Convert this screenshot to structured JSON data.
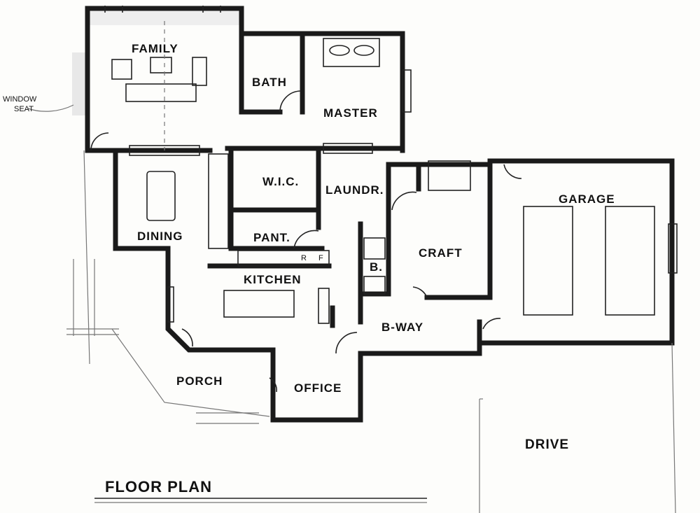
{
  "title": "FLOOR PLAN",
  "rooms": {
    "family": "FAMILY",
    "bath": "BATH",
    "master": "MASTER",
    "wic": "W.I.C.",
    "laundry": "LAUNDR.",
    "pantry": "PANT.",
    "dining": "DINING",
    "kitchen": "KITCHEN",
    "craft": "CRAFT",
    "garage": "GARAGE",
    "bath_small": "B.",
    "bway": "B-WAY",
    "porch": "PORCH",
    "office": "OFFICE",
    "drive": "DRIVE"
  },
  "annotations": {
    "window_seat_line1": "WINDOW",
    "window_seat_line2": "SEAT",
    "refrigerator": "R",
    "freezer": "F"
  }
}
